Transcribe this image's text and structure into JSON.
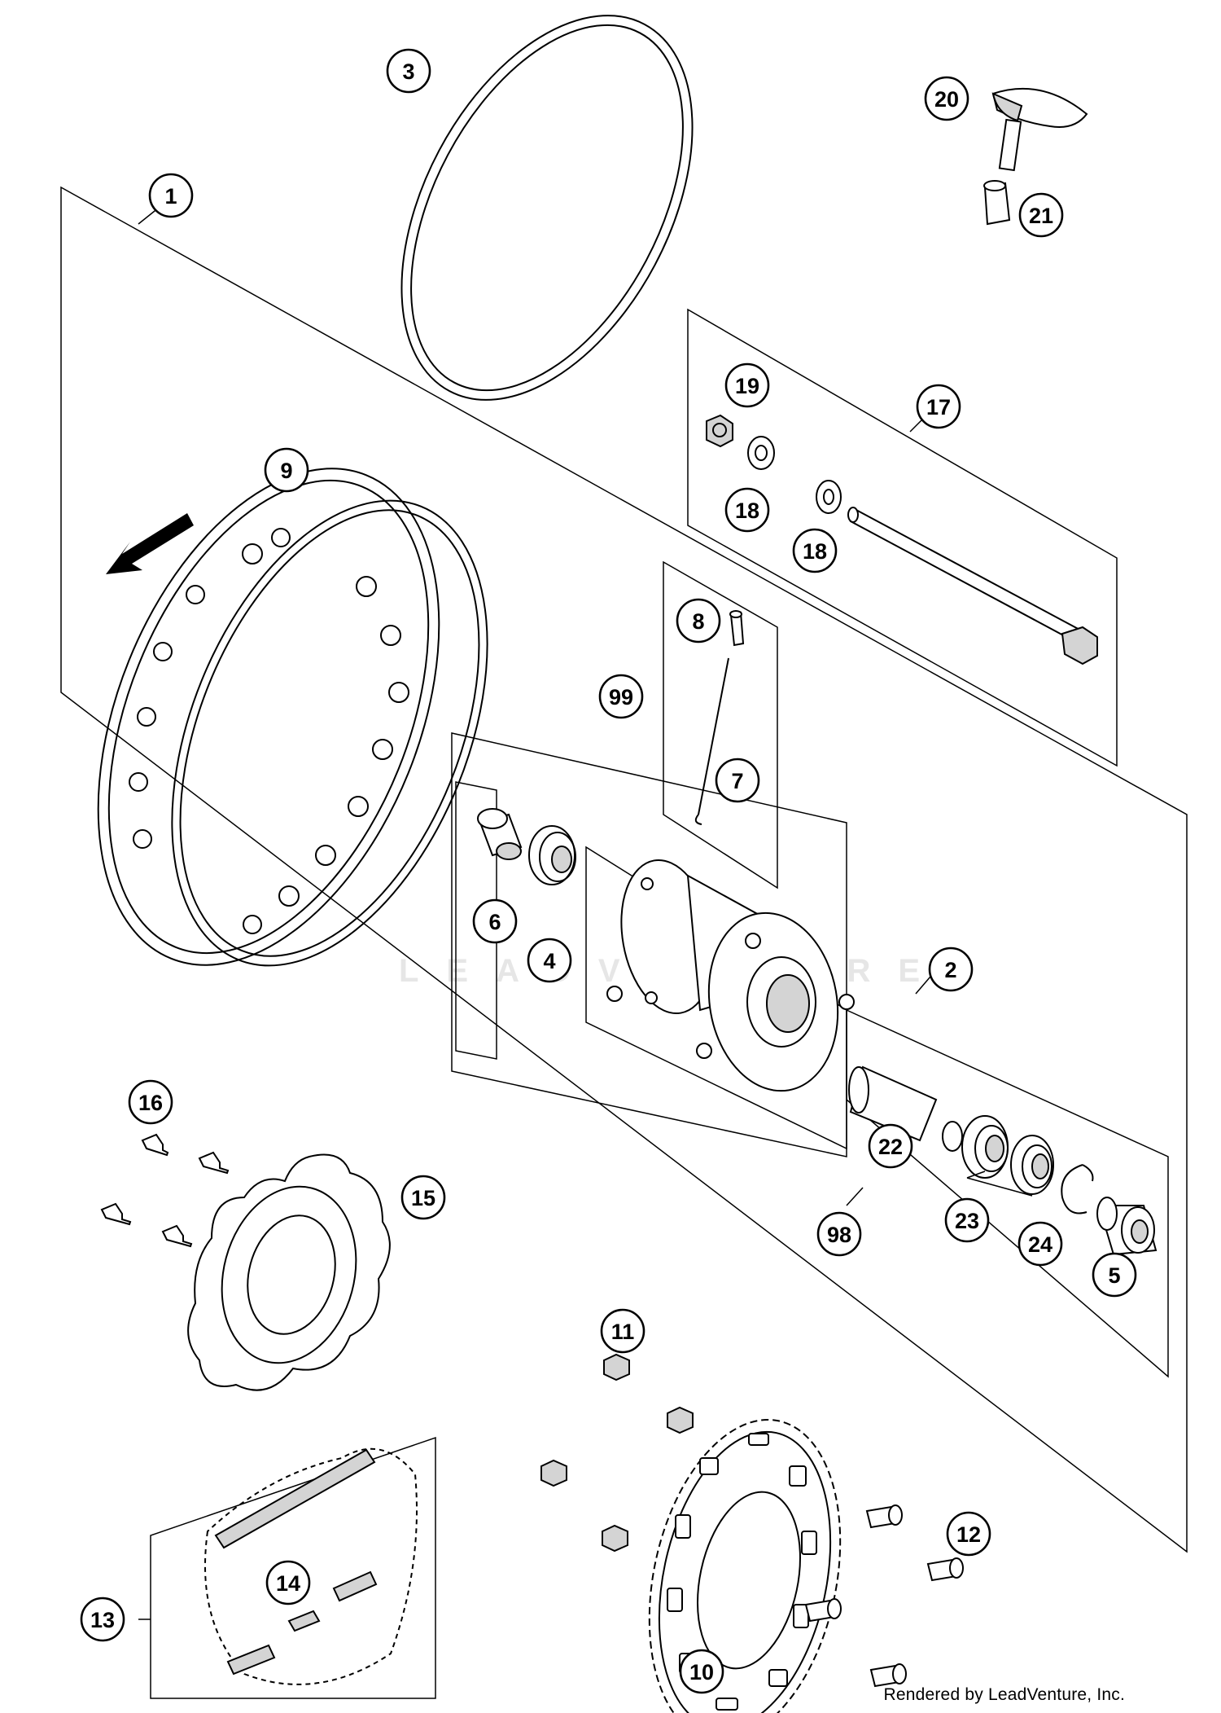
{
  "callouts": [
    {
      "n": "1"
    },
    {
      "n": "2"
    },
    {
      "n": "3"
    },
    {
      "n": "4"
    },
    {
      "n": "5"
    },
    {
      "n": "6"
    },
    {
      "n": "7"
    },
    {
      "n": "8"
    },
    {
      "n": "9"
    },
    {
      "n": "10"
    },
    {
      "n": "11"
    },
    {
      "n": "12"
    },
    {
      "n": "13"
    },
    {
      "n": "14"
    },
    {
      "n": "15"
    },
    {
      "n": "16"
    },
    {
      "n": "17"
    },
    {
      "n": "18"
    },
    {
      "n": "18"
    },
    {
      "n": "19"
    },
    {
      "n": "20"
    },
    {
      "n": "21"
    },
    {
      "n": "22"
    },
    {
      "n": "23"
    },
    {
      "n": "24"
    },
    {
      "n": "98"
    },
    {
      "n": "99"
    }
  ],
  "footer": {
    "text": "Rendered by LeadVenture, Inc."
  },
  "watermark": {
    "text": "LEADVENTURE"
  }
}
